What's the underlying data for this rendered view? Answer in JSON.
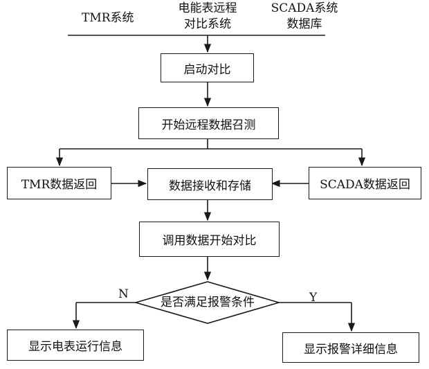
{
  "header": {
    "tmr": "TMR系统",
    "meter_line1": "电能表远程",
    "meter_line2": "对比系统",
    "scada_line1": "SCADA系统",
    "scada_line2": "数据库"
  },
  "nodes": {
    "start": "启动对比",
    "remote_call": "开始远程数据召测",
    "tmr_return": "TMR数据返回",
    "receive_store": "数据接收和存储",
    "scada_return": "SCADA数据返回",
    "compare": "调用数据开始对比",
    "decision": "是否满足报警条件",
    "show_meter": "显示电表运行信息",
    "show_alarm": "显示报警详细信息"
  },
  "branches": {
    "no": "N",
    "yes": "Y"
  }
}
